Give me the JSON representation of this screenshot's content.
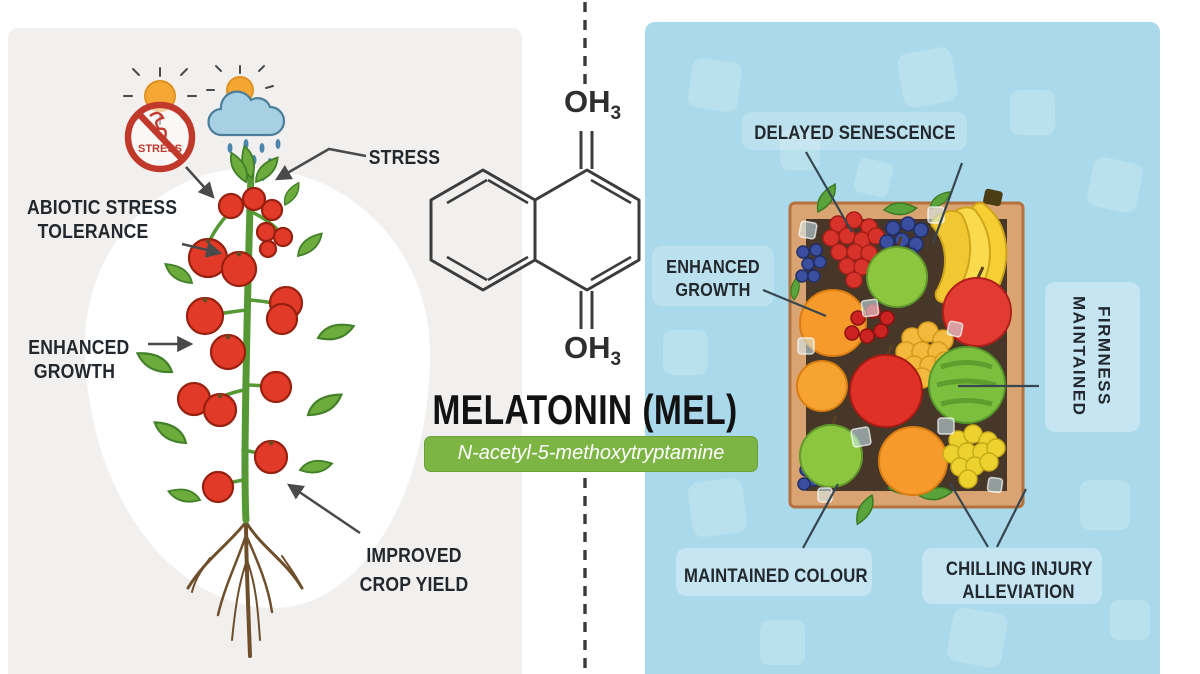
{
  "center": {
    "title": "MELATONIN (MEL)",
    "subtitle": "N-acetyl-5-methoxytryptamine",
    "molecule": {
      "top_group": "OH",
      "top_subscript": "3",
      "bottom_group": "OH",
      "bottom_subscript": "3"
    }
  },
  "left_panel": {
    "no_stress_badge_text": "STRESS",
    "labels": {
      "stress": "STRESS",
      "abiotic_line1": "ABIOTIC STRESS",
      "abiotic_line2": "TOLERANCE",
      "enhanced_line1": "ENHANCED",
      "enhanced_line2": "GROWTH",
      "improved_line1": "IMPROVED",
      "improved_line2": "CROP YIELD"
    }
  },
  "right_panel": {
    "labels": {
      "delayed_senescence": "DELAYED SENESCENCE",
      "enhanced_line1": "ENHANCED",
      "enhanced_line2": "GROWTH",
      "firmness_line1": "MAINTAINED",
      "firmness_line2": "FIRMNESS",
      "maintained_colour": "MAINTAINED COLOUR",
      "chilling_line1": "CHILLING INJURY",
      "chilling_line2": "ALLEVIATION"
    }
  },
  "colors": {
    "left_panel_bg": "#f1f0ee",
    "right_panel_bg": "#a9d9ea",
    "banner_green": "#7db544",
    "banner_text": "#ffffff",
    "label_text": "#22282d",
    "divider": "#3a3a3a",
    "tomato_red": "#e23a28",
    "leaf_green": "#6cab3c",
    "crate_wood": "#d9a472",
    "prohibition_red": "#c0392b"
  }
}
